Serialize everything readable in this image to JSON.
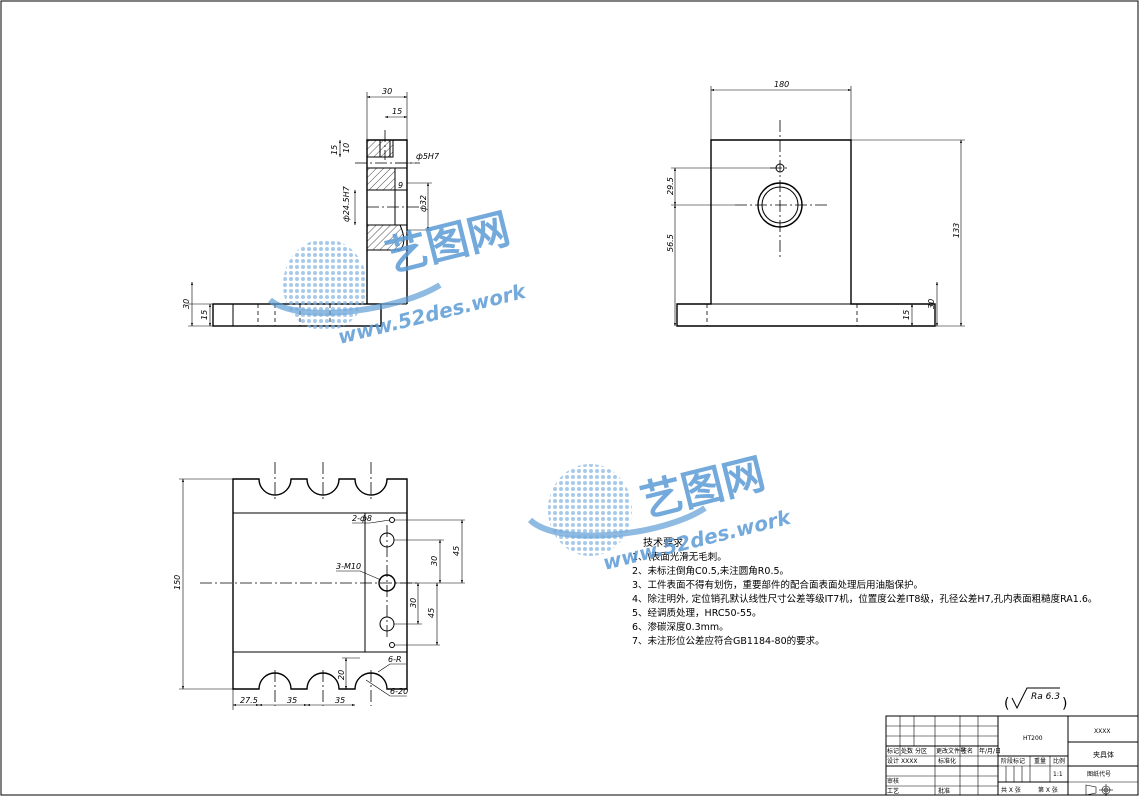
{
  "dimensions": {
    "side_view": [
      "30",
      "15",
      "10",
      "15",
      "ф5H7",
      "9",
      "ф24.5H7",
      "ф32",
      "30",
      "15"
    ],
    "front_view": [
      "180",
      "29.5",
      "56.5",
      "133",
      "30",
      "15"
    ],
    "top_view": [
      "2-ф8",
      "3-M10",
      "6-R",
      "6-20",
      "150",
      "30",
      "45",
      "30",
      "45",
      "20",
      "27.5",
      "35",
      "35"
    ]
  },
  "notes": {
    "heading": "技术要求",
    "items": [
      "1、\\表面光滑无毛刺。",
      "2、未标注倒角C0.5,未注圆角R0.5。",
      "3、工件表面不得有划伤，重要部件的配合面表面处理后用油脂保护。",
      "4、除注明外, 定位销孔默认线性尺寸公差等级IT7机，位置度公差IT8级，孔径公差H7,孔内表面粗糙度RA1.6。",
      "5、经调质处理，HRC50-55。",
      "6、渗碳深度0.3mm。",
      "7、未注形位公差应符合GB1184-80的要求。"
    ]
  },
  "roughness": "Ra 6.3",
  "watermark": {
    "brand": "艺图网",
    "url": "www.52des.work"
  },
  "title_block": {
    "material": "HT200",
    "company": "XXXX",
    "part_name": "夹具体",
    "drawing_no_label": "图纸代号",
    "row_labels": [
      "标记",
      "处数",
      "分区",
      "更改文件号",
      "签名",
      "年/月/日"
    ],
    "design_label": "设计",
    "designer": "XXXX",
    "standardize_label": "标准化",
    "stage_label": "阶段标记",
    "weight_label": "重量",
    "scale_label": "比例",
    "scale": "1:1",
    "review_label": "审核",
    "process_label": "工艺",
    "approve_label": "批准",
    "sheets_total": "共 X 张",
    "sheet_no": "第 X 张"
  }
}
